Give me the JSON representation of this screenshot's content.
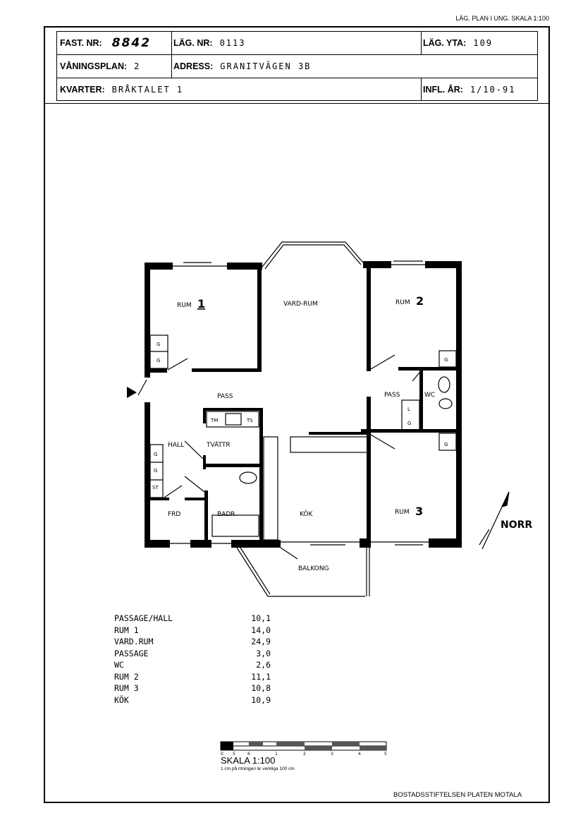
{
  "top_note": "LÄG. PLAN I UNG. SKALA 1:100",
  "header": {
    "fast_nr_label": "FAST. NR:",
    "fast_nr": "8842",
    "lag_nr_label": "LÄG. NR:",
    "lag_nr": "0113",
    "lag_yta_label": "LÄG. YTA:",
    "lag_yta": "109",
    "vaningsplan_label": "VÅNINGSPLAN:",
    "vaningsplan": "2",
    "adress_label": "ADRESS:",
    "adress": "GRANITVÄGEN 3B",
    "kvarter_label": "KVARTER:",
    "kvarter": "BRÅKTALET 1",
    "infl_ar_label": "INFL. ÅR:",
    "infl_ar": "1/10-91"
  },
  "plan": {
    "rooms": {
      "rum1": "RUM",
      "rum1_num": "1",
      "vardrum": "VARD-RUM",
      "rum2": "RUM",
      "rum2_num": "2",
      "pass1": "PASS",
      "pass2": "PASS",
      "wc": "WC",
      "hall": "HALL",
      "tvattr": "TVÄTTR",
      "frd": "FRD",
      "badr": "BADR",
      "kok": "KÖK",
      "rum3": "RUM",
      "rum3_num": "3",
      "balkong": "BALKONG"
    },
    "fixtures": {
      "g": "G",
      "tm": "TM",
      "ts": "TS",
      "l": "L",
      "st": "ST"
    },
    "north": "NORR"
  },
  "areas": [
    {
      "name": "PASSAGE/HALL",
      "value": "10,1"
    },
    {
      "name": "RUM 1",
      "value": "14,0"
    },
    {
      "name": "VARD.RUM",
      "value": "24,9"
    },
    {
      "name": "PASSAGE",
      "value": "3,0"
    },
    {
      "name": "WC",
      "value": "2,6"
    },
    {
      "name": "RUM 2",
      "value": "11,1"
    },
    {
      "name": "RUM 3",
      "value": "10,8"
    },
    {
      "name": "KÖK",
      "value": "10,9"
    }
  ],
  "scale": {
    "ticks": [
      "0",
      "5",
      "6",
      "1",
      "2",
      "3",
      "4",
      "5"
    ],
    "title": "SKALA 1:100",
    "subtitle": "1 cm på ritningen är verkliga 100 cm"
  },
  "footer": "BOSTADSSTIFTELSEN PLATEN MOTALA"
}
